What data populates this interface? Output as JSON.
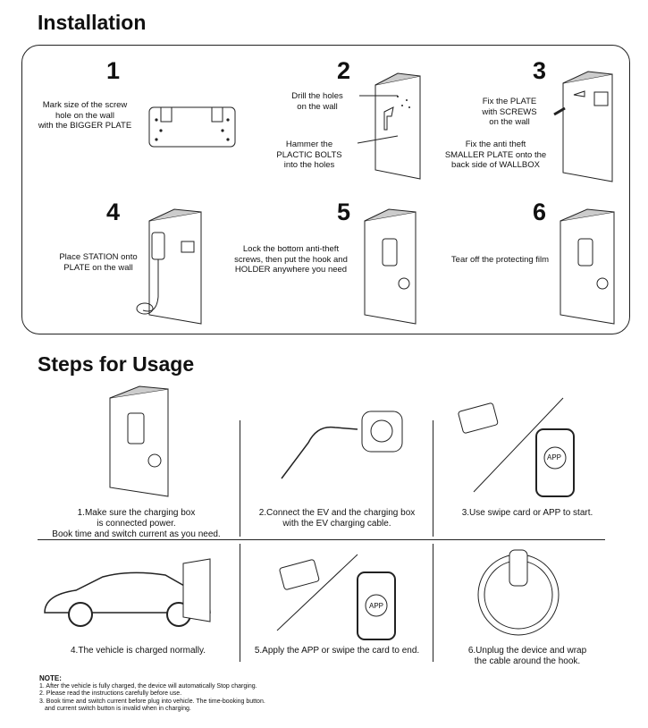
{
  "installation": {
    "title": "Installation",
    "steps": [
      {
        "num": "1",
        "lines": [
          "Mark size of the screw",
          "hole on the wall",
          "with the BIGGER PLATE"
        ]
      },
      {
        "num": "2",
        "lines": [
          "Drill the holes",
          "on the wall"
        ],
        "lines2": [
          "Hammer the",
          "PLACTIC BOLTS",
          "into the holes"
        ]
      },
      {
        "num": "3",
        "lines": [
          "Fix the PLATE",
          "with SCREWS",
          "on the wall"
        ],
        "lines2": [
          "Fix the anti theft",
          "SMALLER PLATE onto the",
          "back side of WALLBOX"
        ]
      },
      {
        "num": "4",
        "lines": [
          "Place STATION onto",
          "PLATE on the wall"
        ]
      },
      {
        "num": "5",
        "lines": [
          "Lock the bottom anti-theft",
          "screws, then put the hook and",
          "HOLDER anywhere you need"
        ]
      },
      {
        "num": "6",
        "lines": [
          "Tear off the protecting film"
        ]
      }
    ]
  },
  "usage": {
    "title": "Steps for Usage",
    "steps": [
      {
        "lines": [
          "1.Make sure the charging box",
          "is connected power.",
          "Book time and switch current as you need."
        ]
      },
      {
        "lines": [
          "2.Connect the EV and the charging box",
          "with the EV charging cable."
        ]
      },
      {
        "lines": [
          "3.Use swipe card or APP to start."
        ],
        "app": "APP"
      },
      {
        "lines": [
          "4.The vehicle is charged normally."
        ]
      },
      {
        "lines": [
          "5.Apply the APP or swipe the card to end."
        ],
        "app": "APP"
      },
      {
        "lines": [
          "6.Unplug the device and wrap",
          "the cable around the hook."
        ]
      }
    ]
  },
  "note": {
    "title": "NOTE:",
    "items": [
      "1. After the vehicle is fully charged, the device will automatically Stop charging.",
      "2. Please read the instructions carefully before use.",
      "3. Book time and switch current before plug into vehicle. The time-booking button.",
      "and current switch button is invalid when in charging."
    ]
  }
}
